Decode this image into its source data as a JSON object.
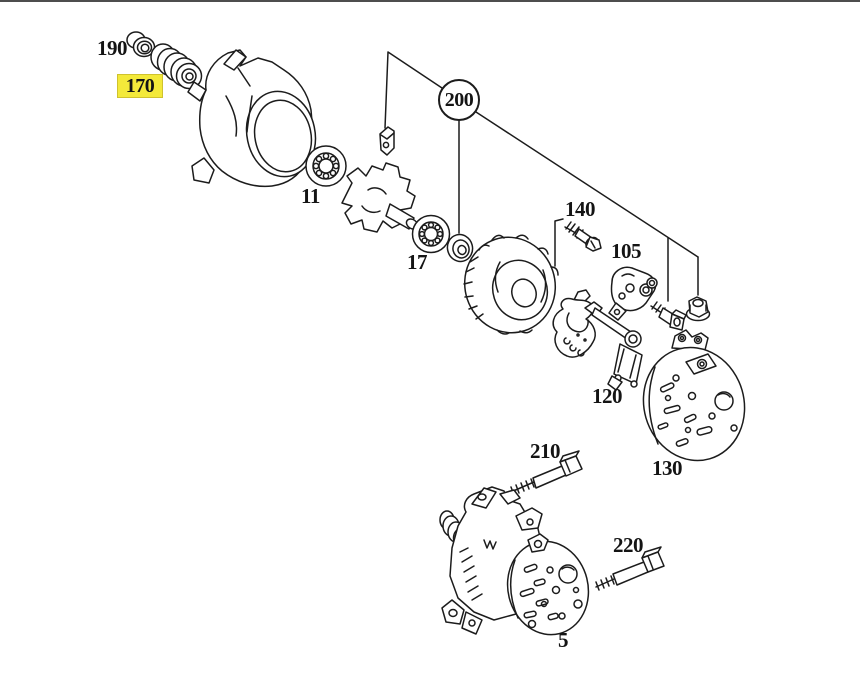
{
  "diagram": {
    "description": "exploded parts diagram of an alternator",
    "background_color": "#ffffff",
    "line_color": "#1c1c1c",
    "highlight_color": "#f3e93a",
    "labels": [
      {
        "text": "190",
        "style": "plain",
        "part": "pulley-spacer-ring",
        "highlighted": false
      },
      {
        "text": "170",
        "style": "highlight",
        "part": "pulley",
        "highlighted": true
      },
      {
        "text": "11",
        "style": "plain",
        "part": "front-bearing",
        "highlighted": false
      },
      {
        "text": "200",
        "style": "circled",
        "part": "rotor-assembly",
        "highlighted": false
      },
      {
        "text": "17",
        "style": "plain",
        "part": "rear-bearing",
        "highlighted": false
      },
      {
        "text": "140",
        "style": "plain",
        "part": "screw",
        "highlighted": false
      },
      {
        "text": "105",
        "style": "plain",
        "part": "voltage-regulator",
        "highlighted": false
      },
      {
        "text": "120",
        "style": "plain",
        "part": "bracket-assembly",
        "highlighted": false
      },
      {
        "text": "130",
        "style": "plain",
        "part": "rear-end-cover",
        "highlighted": false
      },
      {
        "text": "210",
        "style": "plain",
        "part": "mounting-bolt",
        "highlighted": false
      },
      {
        "text": "220",
        "style": "plain",
        "part": "mounting-bolt",
        "highlighted": false
      },
      {
        "text": "5",
        "style": "plain",
        "part": "alternator-complete",
        "highlighted": false
      }
    ]
  }
}
